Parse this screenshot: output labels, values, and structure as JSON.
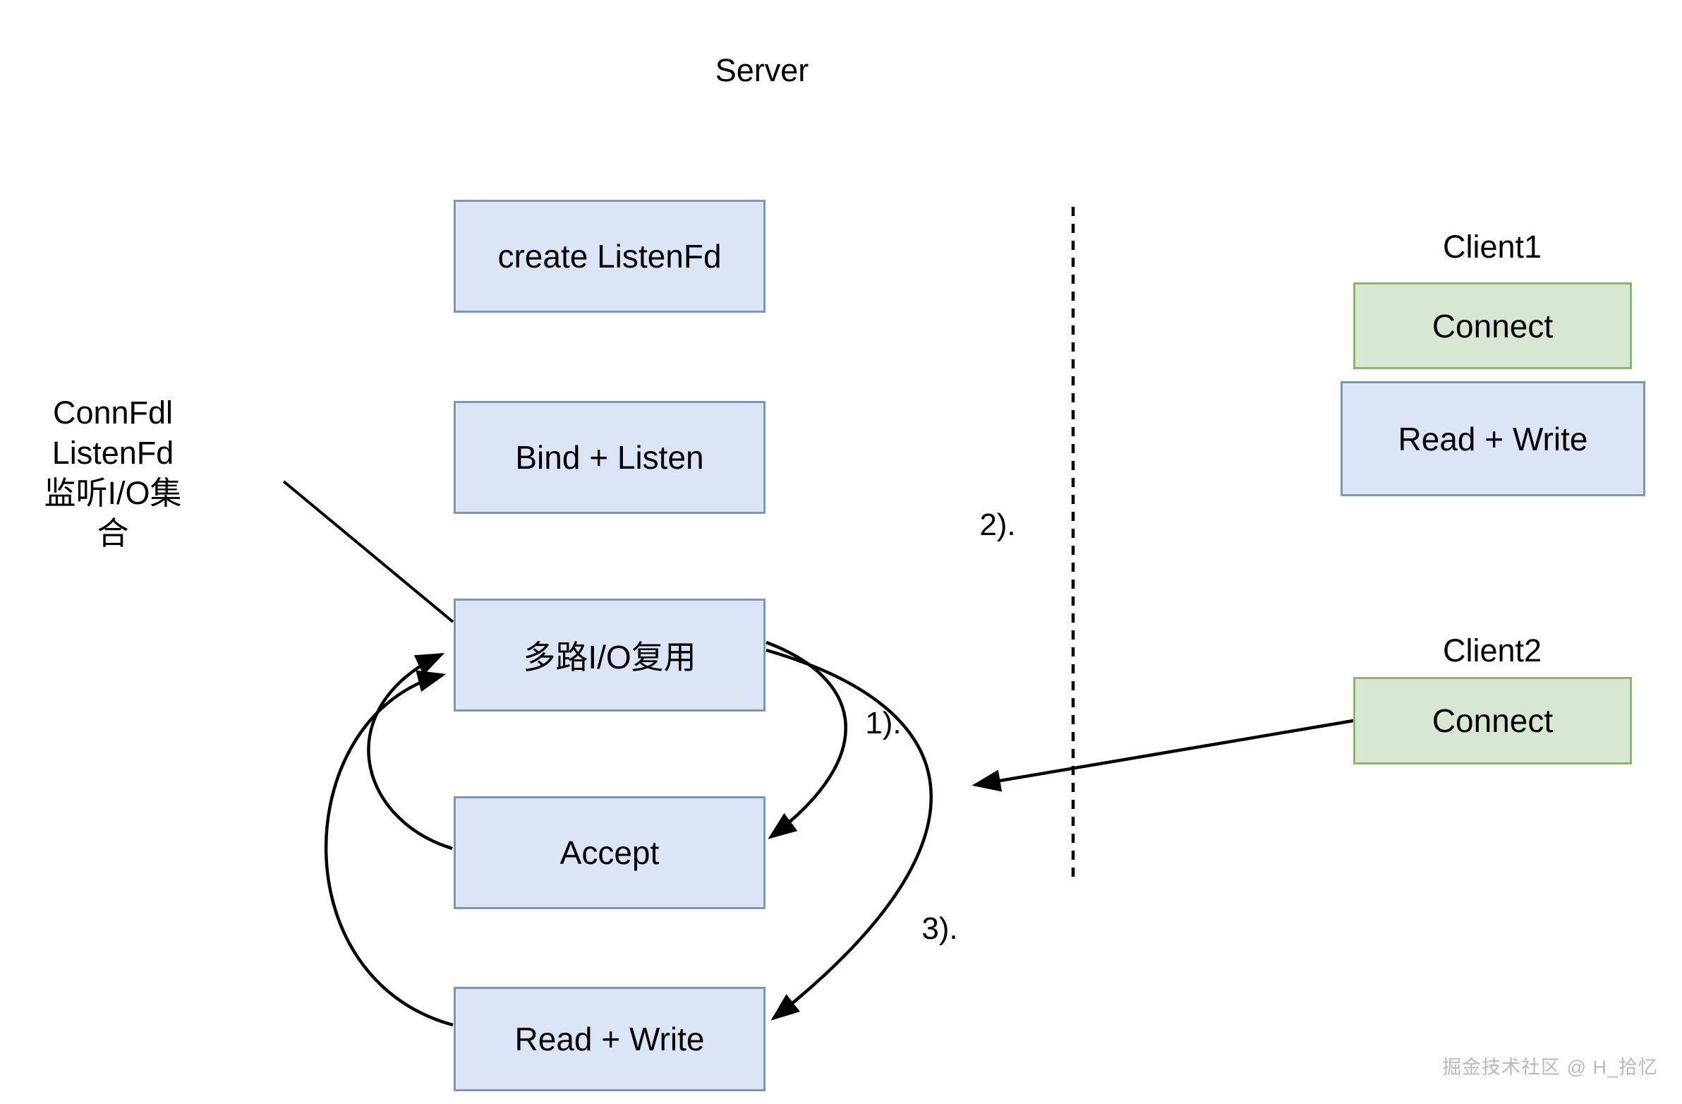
{
  "server": {
    "title": "Server",
    "boxes": [
      {
        "label": "create ListenFd"
      },
      {
        "label": "Bind + Listen"
      },
      {
        "label": "多路I/O复用"
      },
      {
        "label": "Accept"
      },
      {
        "label": "Read + Write"
      }
    ],
    "side_note_lines": [
      "ConnFdl",
      "ListenFd",
      "监听I/O集",
      "合"
    ]
  },
  "clients": [
    {
      "title": "Client1",
      "boxes": [
        {
          "label": "Connect"
        },
        {
          "label": "Read + Write"
        }
      ]
    },
    {
      "title": "Client2",
      "boxes": [
        {
          "label": "Connect"
        }
      ]
    }
  ],
  "steps": [
    {
      "label": "1)."
    },
    {
      "label": "2)."
    },
    {
      "label": "3)."
    }
  ],
  "watermark": "掘金技术社区 @ H_拾忆",
  "colors": {
    "server_box_fill": "#dbe5f6",
    "server_box_stroke": "#7e95b7",
    "client_connect_fill": "#d8e7d1",
    "client_connect_stroke": "#94b077",
    "connector": "#000000",
    "watermark_text": "#b9b9b9",
    "background": "#ffffff"
  }
}
